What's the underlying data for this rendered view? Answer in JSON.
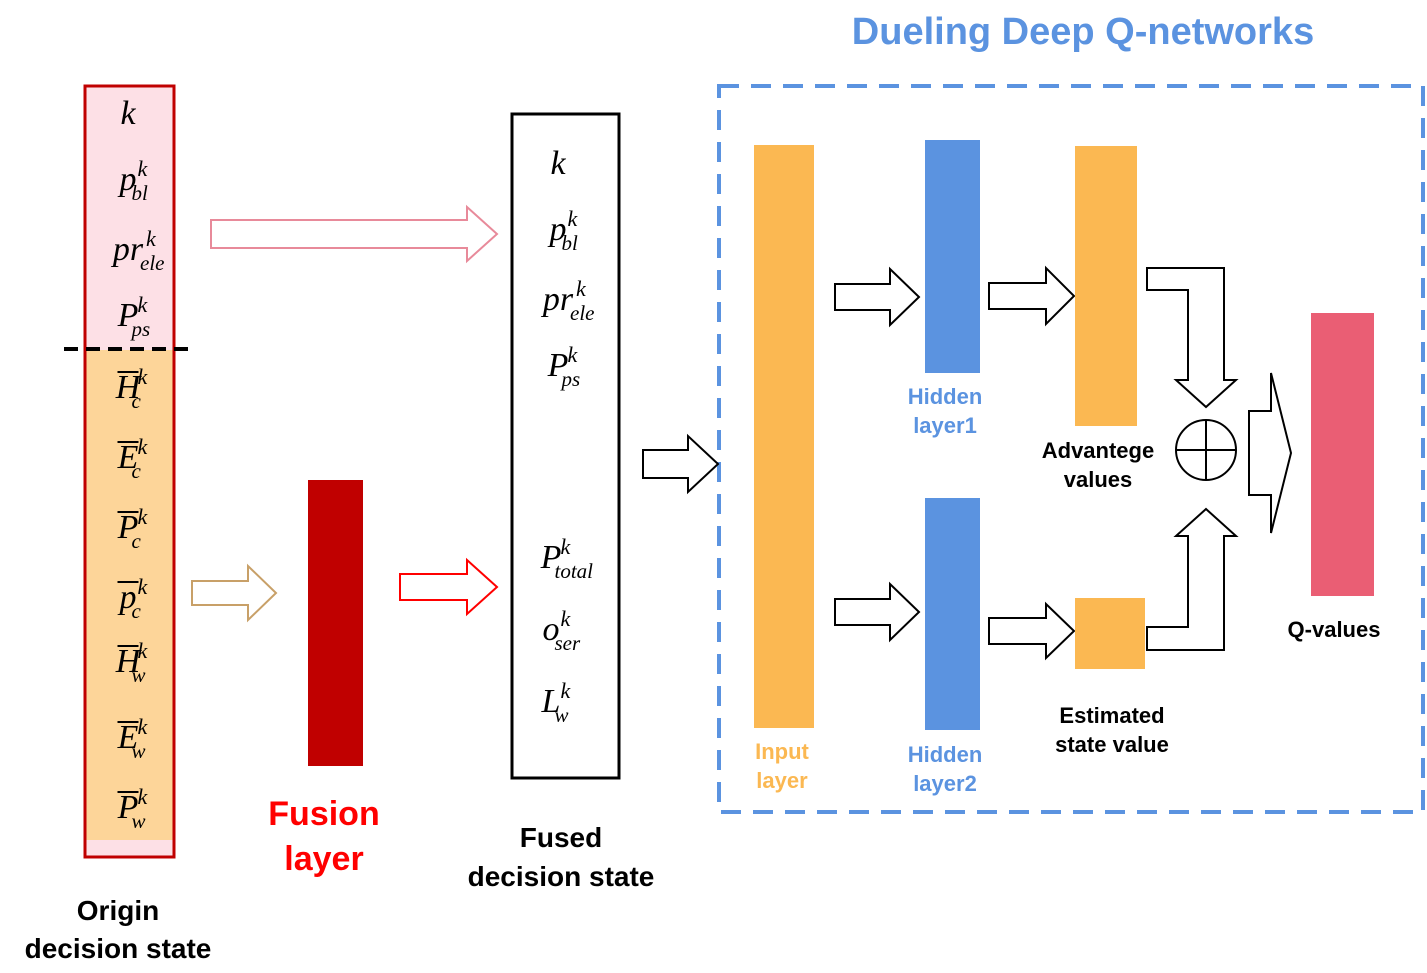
{
  "title": "Dueling Deep Q-networks",
  "labels": {
    "origin_line1": "Origin",
    "origin_line2": "decision state",
    "fusion_line1": "Fusion",
    "fusion_line2": "layer",
    "fused_line1": "Fused",
    "fused_line2": "decision state",
    "input_line1": "Input",
    "input_line2": "layer",
    "hidden1_line1": "Hidden",
    "hidden1_line2": "layer1",
    "hidden2_line1": "Hidden",
    "hidden2_line2": "layer2",
    "advantage_line1": "Advantege",
    "advantage_line2": "values",
    "estimated_line1": "Estimated",
    "estimated_line2": "state value",
    "qvalues": "Q-values"
  },
  "origin_state": {
    "part1": [
      {
        "base": "k",
        "sup": "",
        "sub": ""
      },
      {
        "base": "p",
        "sup": "k",
        "sub": "bl"
      },
      {
        "base": "pr",
        "sup": "k",
        "sub": "ele"
      },
      {
        "base": "P",
        "sup": "k",
        "sub": "ps"
      }
    ],
    "part2": [
      {
        "base": "H",
        "sup": "k",
        "sub": "c"
      },
      {
        "base": "E",
        "sup": "k",
        "sub": "c"
      },
      {
        "base": "P",
        "sup": "k",
        "sub": "c"
      },
      {
        "base": "p",
        "sup": "k",
        "sub": "c"
      },
      {
        "base": "H",
        "sup": "k",
        "sub": "w"
      },
      {
        "base": "E",
        "sup": "k",
        "sub": "w"
      },
      {
        "base": "P",
        "sup": "k",
        "sub": "w"
      }
    ]
  },
  "fused_state": {
    "part1": [
      {
        "base": "k",
        "sup": "",
        "sub": ""
      },
      {
        "base": "p",
        "sup": "k",
        "sub": "bl"
      },
      {
        "base": "pr",
        "sup": "k",
        "sub": "ele"
      },
      {
        "base": "P",
        "sup": "k",
        "sub": "ps"
      }
    ],
    "part2": [
      {
        "base": "P",
        "sup": "k",
        "sub": "total"
      },
      {
        "base": "o",
        "sup": "k",
        "sub": "ser"
      },
      {
        "base": "L",
        "sup": "k",
        "sub": "w"
      }
    ]
  },
  "colors": {
    "title": "#5b93e0",
    "dash_border": "#5b93e0",
    "origin_border": "#c00000",
    "origin_top_fill": "#fde0e6",
    "origin_bottom_fill": "#fdd599",
    "fusion_fill": "#c00000",
    "fusion_label": "#ff0000",
    "input_fill": "#fbb852",
    "input_label": "#fbb852",
    "hidden_fill": "#5b93e0",
    "hidden_label": "#5b93e0",
    "qvalue_fill": "#ea5e74",
    "arrow_pink": "#e88a9a",
    "arrow_red": "#ff0000",
    "arrow_tan": "#c8a068"
  }
}
